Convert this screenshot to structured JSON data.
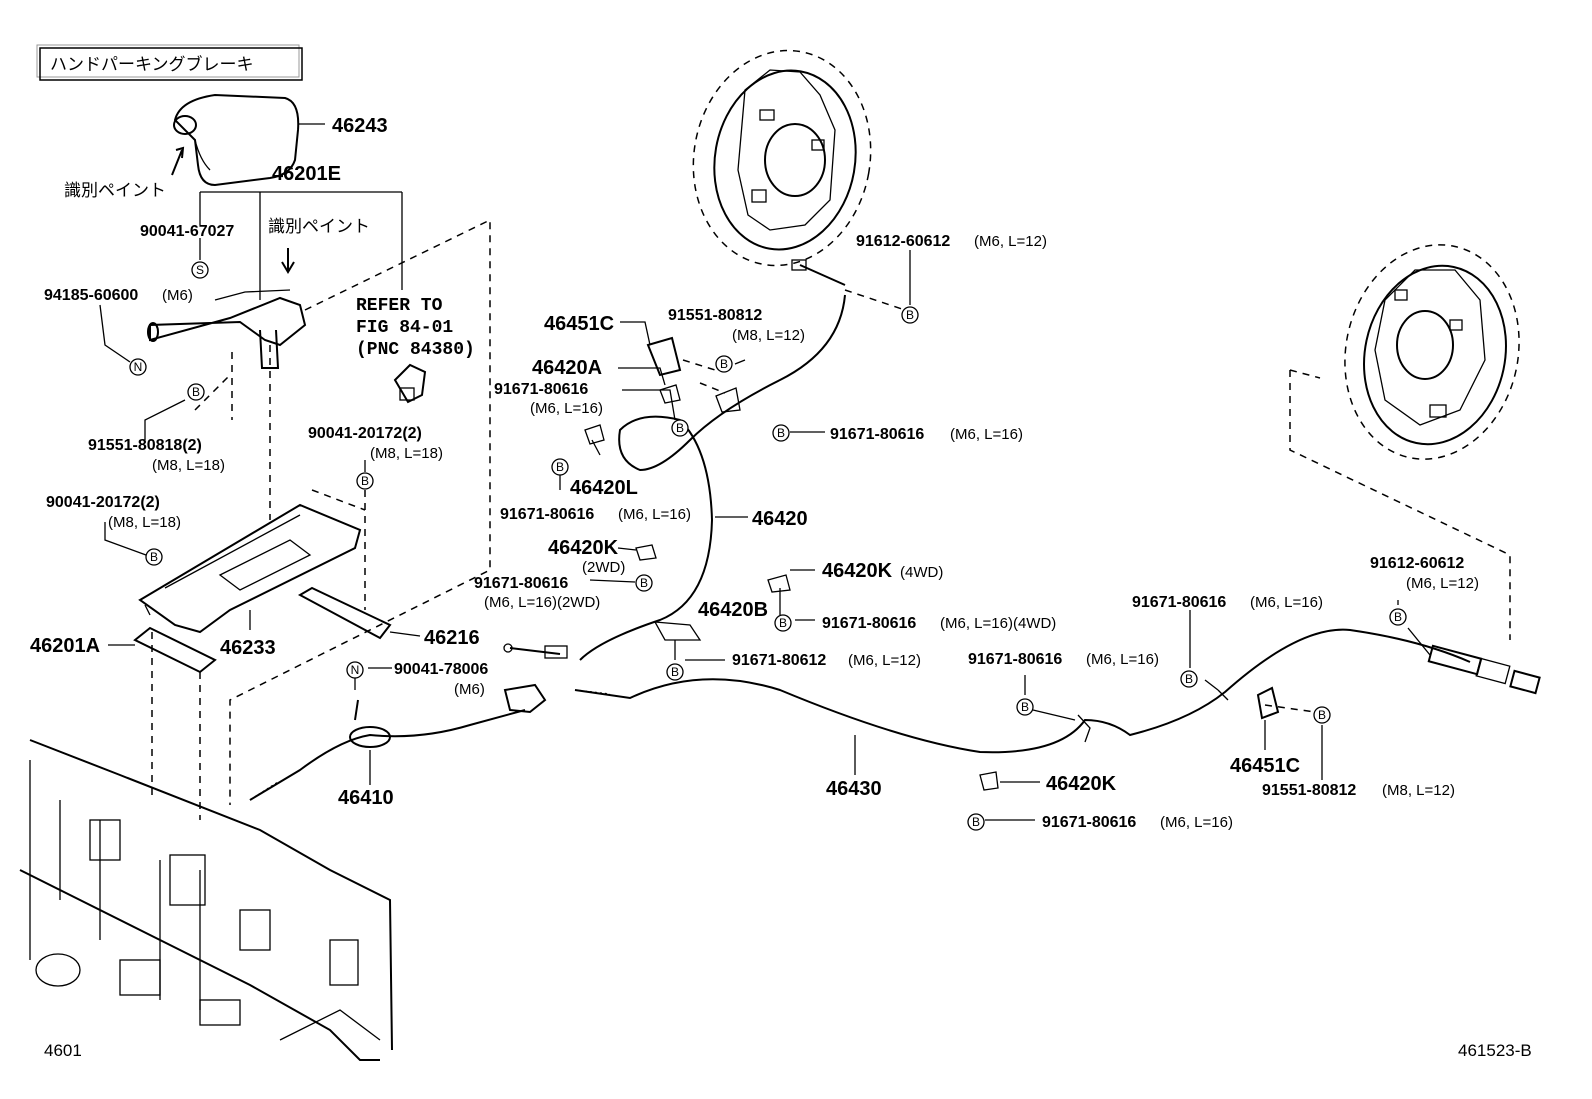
{
  "title_box": "ハンドパーキングブレーキ",
  "paint_note_1": "識別ペイント",
  "paint_note_2": "識別ペイント",
  "refer_to": [
    "REFER TO",
    "FIG 84-01",
    "(PNC 84380)"
  ],
  "codes": {
    "left": "4601",
    "right": "461523-B"
  },
  "symbols": {
    "S": "S",
    "N": "N",
    "B": "B"
  },
  "labels": {
    "p46243": "46243",
    "p46201E": "46201E",
    "p90041_67027": "90041-67027",
    "p94185": "94185-60600",
    "p94185_spec": "(M6)",
    "p91551_80818": "91551-80818(2)",
    "p91551_80818_spec": "(M8, L=18)",
    "p90041_20172_a": "90041-20172(2)",
    "p90041_20172_a_spec": "(M8, L=18)",
    "p90041_20172_b": "90041-20172(2)",
    "p90041_20172_b_spec": "(M8, L=18)",
    "p46233": "46233",
    "p46216": "46216",
    "p46201A": "46201A",
    "p90041_78006": "90041-78006",
    "p90041_78006_spec": "(M6)",
    "p46410": "46410",
    "p46451C_a": "46451C",
    "p91551_80812_a": "91551-80812",
    "p91551_80812_a_spec": "(M8, L=12)",
    "p46420A": "46420A",
    "p91671_a": "91671-80616",
    "p91671_a_spec": "(M6, L=16)",
    "p46420L": "46420L",
    "p91671_b": "91671-80616",
    "p91671_b_spec": "(M6, L=16)",
    "p46420": "46420",
    "p46420K_a": "46420K",
    "p46420K_a_spec": "(2WD)",
    "p91671_c": "91671-80616",
    "p91671_c_spec": "(M6, L=16)(2WD)",
    "p91612_a": "91612-60612",
    "p91612_a_spec": "(M6, L=12)",
    "p91671_d": "91671-80616",
    "p91671_d_spec": "(M6, L=16)",
    "p46420K_b": "46420K",
    "p46420K_b_spec": "(4WD)",
    "p46420B": "46420B",
    "p91671_e": "91671-80616",
    "p91671_e_spec": "(M6, L=16)(4WD)",
    "p91671_80612": "91671-80612",
    "p91671_80612_spec": "(M6, L=12)",
    "p46430": "46430",
    "p91671_f": "91671-80616",
    "p91671_f_spec": "(M6, L=16)",
    "p91671_g": "91671-80616",
    "p91671_g_spec": "(M6, L=16)",
    "p91612_b": "91612-60612",
    "p91612_b_spec": "(M6, L=12)",
    "p46420K_c": "46420K",
    "p91671_h": "91671-80616",
    "p91671_h_spec": "(M6, L=16)",
    "p46451C_b": "46451C",
    "p91551_80812_b": "91551-80812",
    "p91551_80812_b_spec": "(M8, L=12)"
  }
}
